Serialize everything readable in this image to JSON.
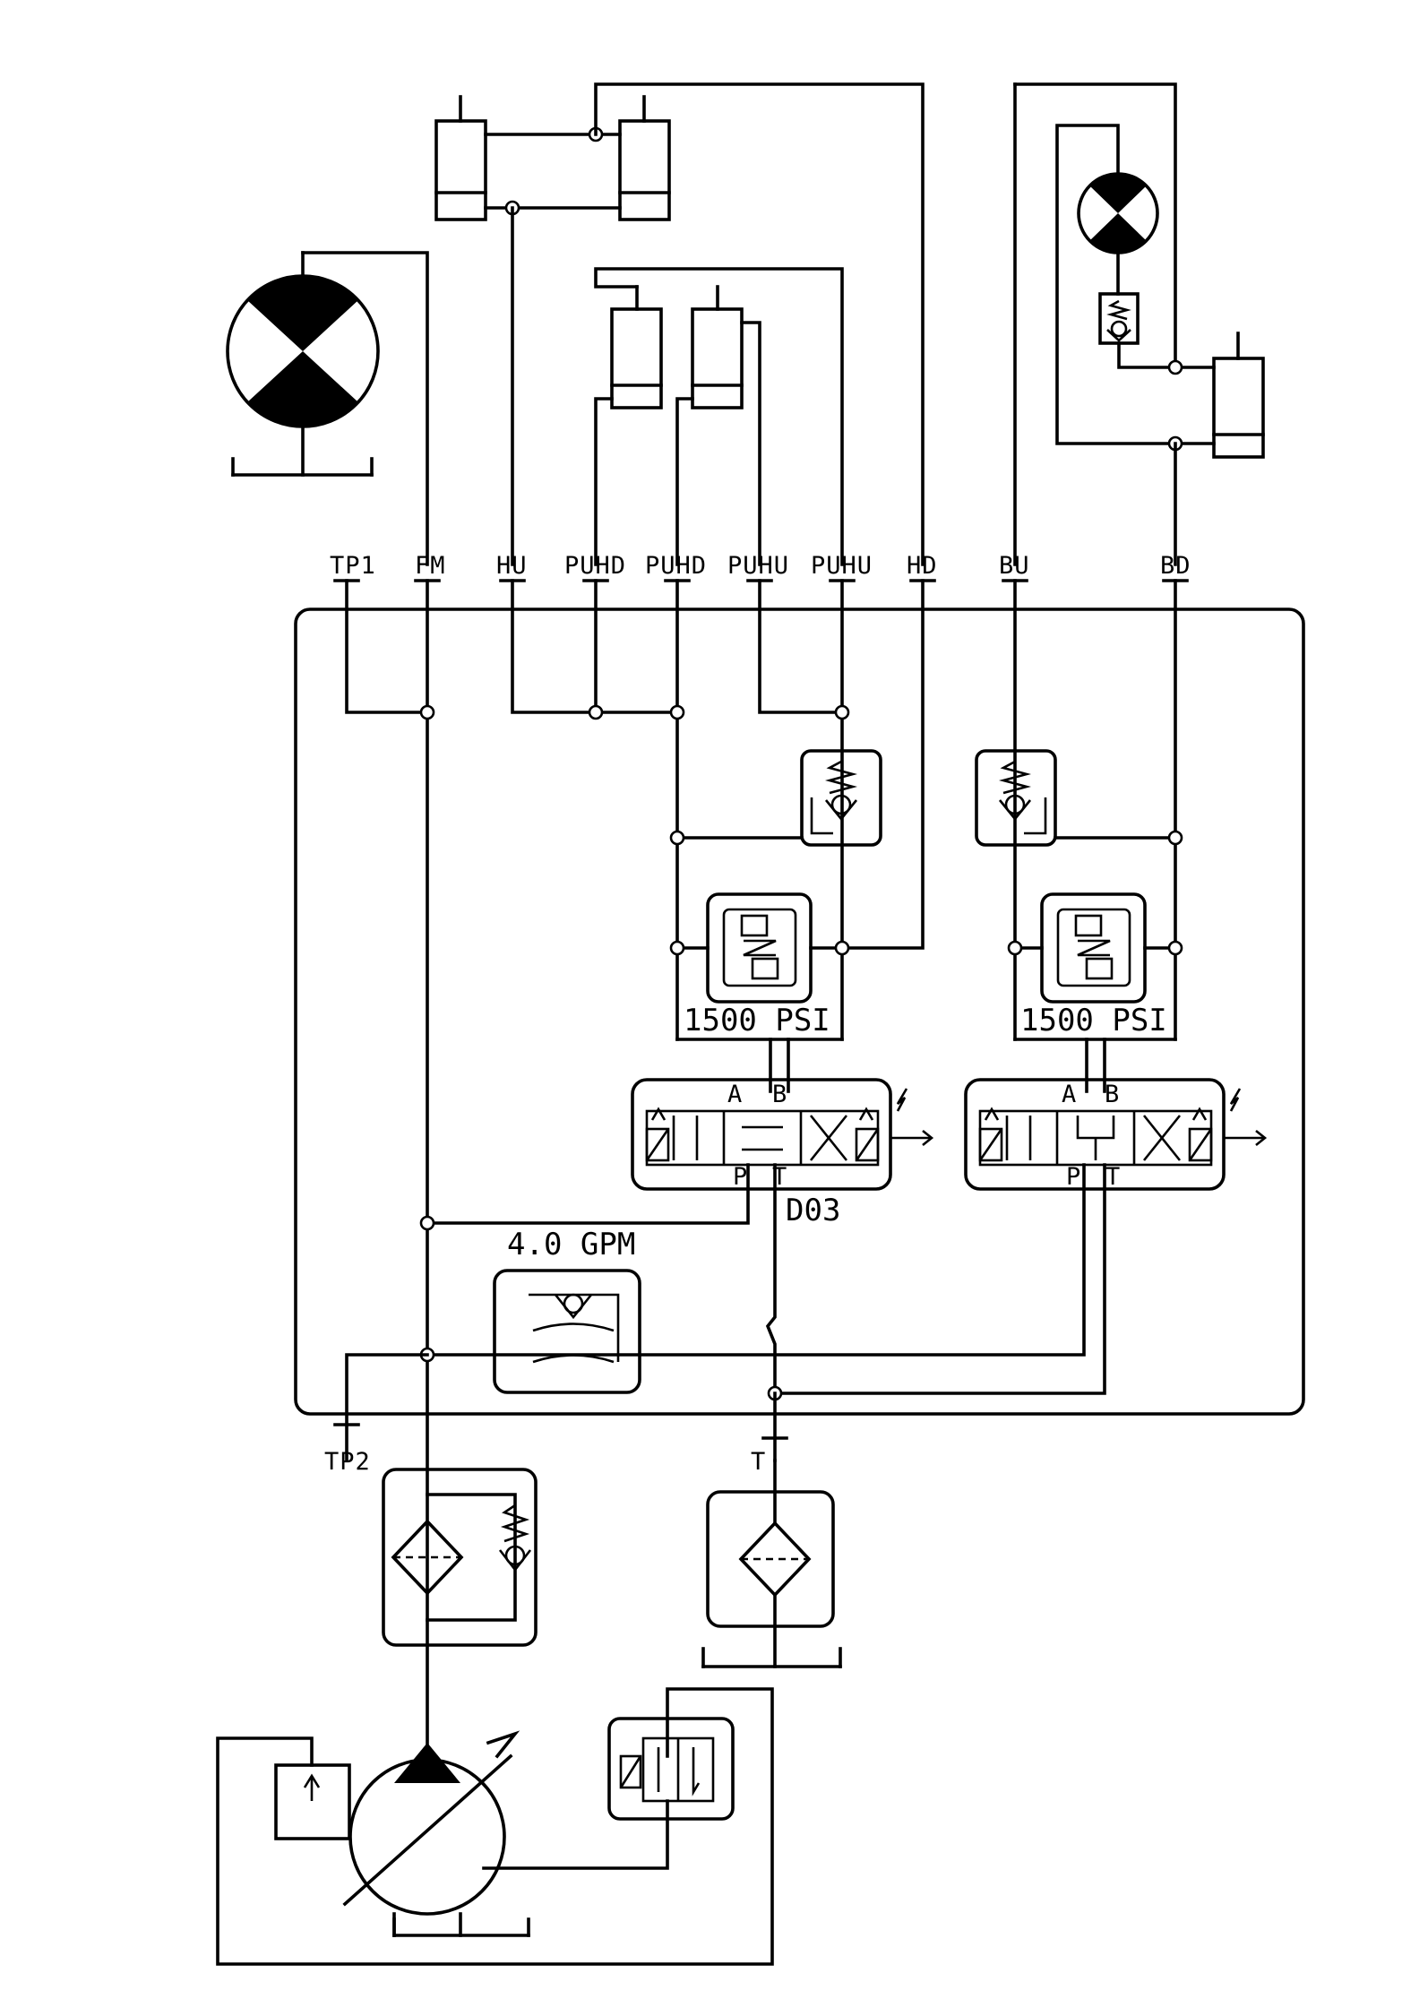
{
  "ports": {
    "tp1": "TP1",
    "fm": "FM",
    "hu": "HU",
    "puhd_1": "PUHD",
    "puhd_2": "PUHD",
    "puhu_1": "PUHU",
    "puhu_2": "PUHU",
    "hd": "HD",
    "bu": "BU",
    "bd": "BD",
    "tp2": "TP2",
    "t": "T"
  },
  "ratings": {
    "relief_left": "1500 PSI",
    "relief_right": "1500 PSI",
    "flow_control": "4.0 GPM",
    "valve_type": "D03"
  },
  "valve_ports": {
    "left": {
      "a": "A",
      "b": "B",
      "p": "P",
      "t": "T"
    },
    "right": {
      "a": "A",
      "b": "B",
      "p": "P",
      "t": "T"
    }
  }
}
